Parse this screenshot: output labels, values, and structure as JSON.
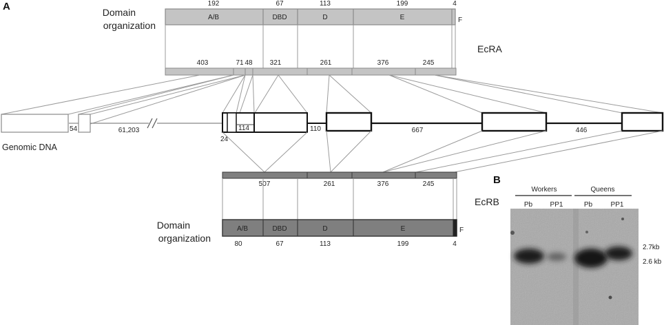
{
  "panel_a": {
    "label": "A",
    "ecra": {
      "name": "EcRA",
      "domain_title_line1": "Domain",
      "domain_title_line2": "organization",
      "domains": [
        {
          "label": "A/B",
          "size": "192"
        },
        {
          "label": "DBD",
          "size": "67"
        },
        {
          "label": "D",
          "size": "113"
        },
        {
          "label": "E",
          "size": "199"
        },
        {
          "label": "F",
          "size": "4"
        }
      ],
      "exon_sizes": [
        "403",
        "71",
        "48",
        "321",
        "261",
        "376",
        "245"
      ]
    },
    "genomic": {
      "name": "Genomic DNA",
      "labels": {
        "intron1": "54",
        "intron_gap": "61,203",
        "small_exon": "24",
        "exon_inner": "114",
        "intron_a": "110",
        "intron_b": "667",
        "intron_c": "446"
      }
    },
    "ecrb": {
      "name": "EcRB",
      "domain_title_line1": "Domain",
      "domain_title_line2": "organization",
      "exon_sizes": [
        "507",
        "261",
        "376",
        "245"
      ],
      "domains": [
        {
          "label": "A/B",
          "size": "80"
        },
        {
          "label": "DBD",
          "size": "67"
        },
        {
          "label": "D",
          "size": "113"
        },
        {
          "label": "E",
          "size": "199"
        },
        {
          "label": "F",
          "size": "4"
        }
      ]
    }
  },
  "panel_b": {
    "label": "B",
    "groups": [
      "Workers",
      "Queens"
    ],
    "lanes": [
      "Pb",
      "PP1",
      "Pb",
      "PP1"
    ],
    "bands": [
      "2.7kb",
      "2.6 kb"
    ]
  },
  "colors": {
    "ecra_fill": "#c4c4c4",
    "ecra_stroke": "#8a8a8a",
    "ecrb_fill": "#7f7f7f",
    "ecrb_stroke": "#3a3a3a",
    "blot_bg": "#a9a9a9",
    "band": "#222222"
  }
}
